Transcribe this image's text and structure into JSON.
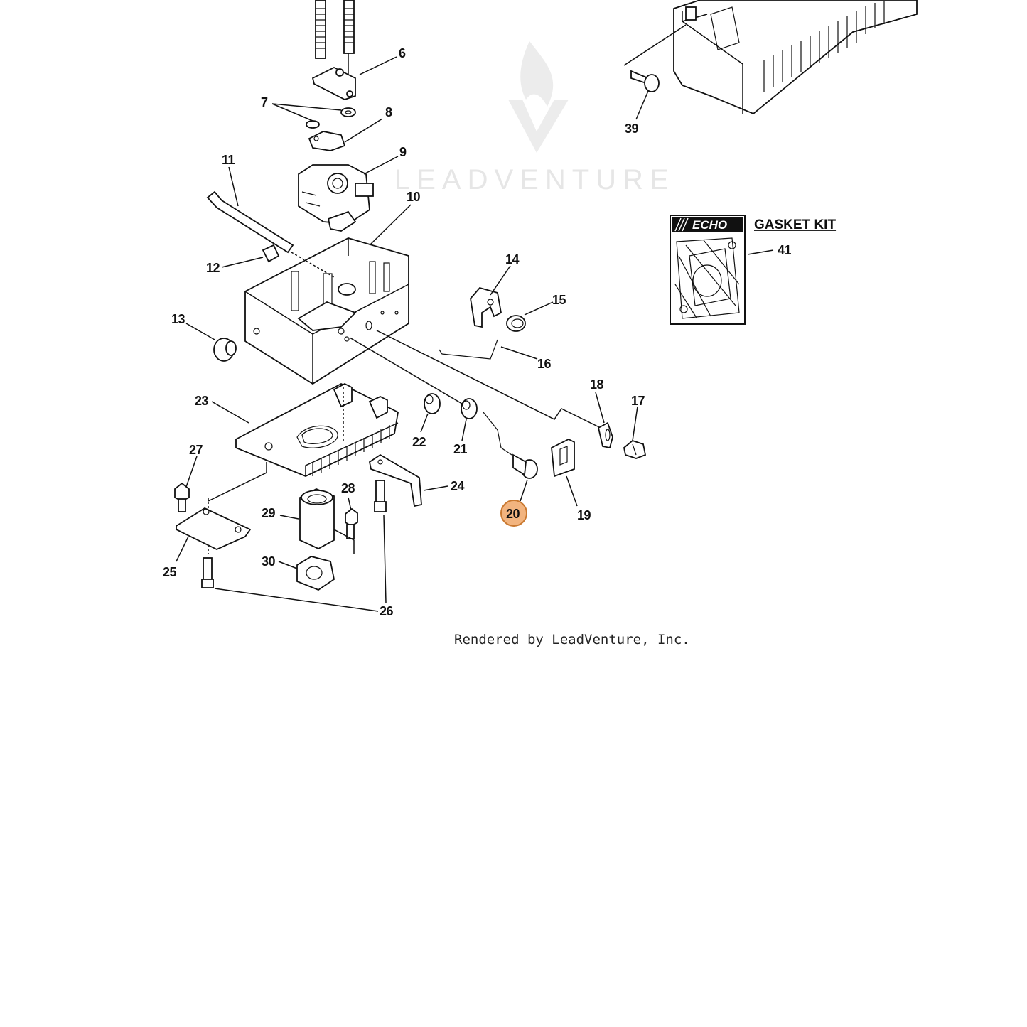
{
  "watermark": {
    "brand": "LEADVENTURE"
  },
  "footer": {
    "credit": "Rendered by LeadVenture, Inc."
  },
  "gasket_kit": {
    "title": "GASKET KIT",
    "logo": "ECHO",
    "part_number": "41"
  },
  "parts": [
    {
      "id": "p6",
      "label": "6"
    },
    {
      "id": "p7",
      "label": "7"
    },
    {
      "id": "p8",
      "label": "8"
    },
    {
      "id": "p9",
      "label": "9"
    },
    {
      "id": "p10",
      "label": "10"
    },
    {
      "id": "p11",
      "label": "11"
    },
    {
      "id": "p12",
      "label": "12"
    },
    {
      "id": "p13",
      "label": "13"
    },
    {
      "id": "p14",
      "label": "14"
    },
    {
      "id": "p15",
      "label": "15"
    },
    {
      "id": "p16",
      "label": "16"
    },
    {
      "id": "p17",
      "label": "17"
    },
    {
      "id": "p18",
      "label": "18"
    },
    {
      "id": "p19",
      "label": "19"
    },
    {
      "id": "p20",
      "label": "20",
      "highlighted": true
    },
    {
      "id": "p21",
      "label": "21"
    },
    {
      "id": "p22",
      "label": "22"
    },
    {
      "id": "p23",
      "label": "23"
    },
    {
      "id": "p24",
      "label": "24"
    },
    {
      "id": "p25",
      "label": "25"
    },
    {
      "id": "p26",
      "label": "26"
    },
    {
      "id": "p27",
      "label": "27"
    },
    {
      "id": "p28",
      "label": "28"
    },
    {
      "id": "p29",
      "label": "29"
    },
    {
      "id": "p30",
      "label": "30"
    },
    {
      "id": "p39",
      "label": "39"
    }
  ],
  "colors": {
    "highlight_fill": "#f2b47f",
    "highlight_stroke": "#c9782f",
    "line": "#111111",
    "watermark": "#e6e6e6"
  }
}
